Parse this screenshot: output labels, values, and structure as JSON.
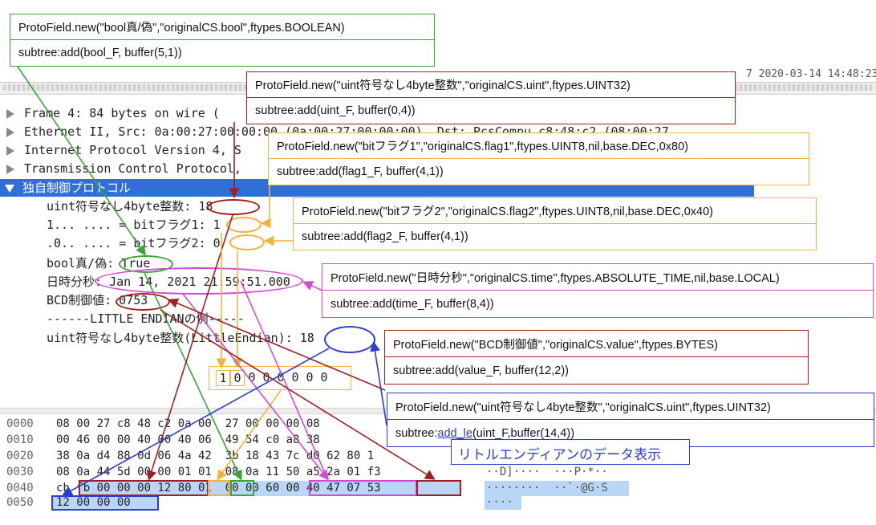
{
  "packet_list": {
    "partial_row": "7 2020-03-14 14:48:23"
  },
  "tree": {
    "rows": [
      {
        "label": "Frame 4: 84 bytes on wire (",
        "expanded": false
      },
      {
        "label": "Ethernet II, Src: 0a:00:27:00:00:00 (0a:00:27:00:00:00), Dst: PcsCompu_c8:48:c2 (08:00:27",
        "expanded": false
      },
      {
        "label": "Internet Protocol Version 4, S",
        "expanded": false
      },
      {
        "label": "Transmission Control Protocol,",
        "expanded": false
      }
    ],
    "selected": {
      "label": "独自制御プロトコル",
      "expanded": true
    },
    "fields": [
      {
        "name": "uint符号なし4byte整数: ",
        "value": "18"
      },
      {
        "name": "1... .... = bitフラグ1: ",
        "value": "1"
      },
      {
        "name": ".0.. .... = bitフラグ2: ",
        "value": "0"
      },
      {
        "name": "bool真/偽: ",
        "value": "True"
      },
      {
        "name": "日時分秒: ",
        "value": "Jan 14, 2021 21:59:51.000"
      },
      {
        "name": "BCD制御値: ",
        "value": "0753"
      },
      {
        "name": "------LITTLE ENDIANの例-----",
        "value": ""
      },
      {
        "name": "uint符号なし4byte整数(LittleEndian): ",
        "value": "18"
      }
    ]
  },
  "bit_diagram": [
    "1",
    "0",
    "0",
    "0",
    "0",
    "0",
    "0",
    "0"
  ],
  "hex_dump": {
    "rows": [
      {
        "offset": "0000",
        "hex": "08 00 27 c8 48 c2 0a 00  27 00 00 00 08",
        "ascii": ""
      },
      {
        "offset": "0010",
        "hex": "00 46 00 00 40 00 40 06  49 54 c0 a8 38",
        "ascii": ""
      },
      {
        "offset": "0020",
        "hex": "38 0a d4 88 0d 06 4a 42  3b 18 43 7c d0 62 80 1",
        "ascii": ""
      },
      {
        "offset": "0030",
        "hex": "08 0a 44 5d 00 00 01 01  08 0a 11 50 a5 2a 01 f3",
        "ascii": "··D]····  ···P·*··"
      },
      {
        "offset": "0040",
        "hex": "cb fb 00 00 00 12 80 01  00 00 60 00 40 47 07 53",
        "ascii": "········  ··`·@G·S"
      },
      {
        "offset": "0050",
        "hex": "12 00 00 00",
        "ascii": "····"
      }
    ]
  },
  "callouts": [
    {
      "id": "bool",
      "color": "#3aa43a",
      "line1": "ProtoField.new(\"bool真/偽\",\"originalCS.bool\",ftypes.BOOLEAN)",
      "line2_prefix": "subtree:add(bool_F, buffer(5,1))",
      "line2_emph": "",
      "line2_suffix": ""
    },
    {
      "id": "uint",
      "color": "#a0201e",
      "line1": "ProtoField.new(\"uint符号なし4byte整数\",\"originalCS.uint\",ftypes.UINT32)",
      "line2_prefix": "subtree:add(uint_F, buffer(0,4))",
      "line2_emph": "",
      "line2_suffix": ""
    },
    {
      "id": "flag1",
      "color": "#f0b43c",
      "line1": "ProtoField.new(\"bitフラグ1\",\"originalCS.flag1\",ftypes.UINT8,nil,base.DEC,0x80)",
      "line2_prefix": "subtree:add(flag1_F, buffer(4,1))",
      "line2_emph": "",
      "line2_suffix": ""
    },
    {
      "id": "flag2",
      "color": "#f0b43c",
      "line1": "ProtoField.new(\"bitフラグ2\",\"originalCS.flag2\",ftypes.UINT8,nil,base.DEC,0x40)",
      "line2_prefix": "subtree:add(flag2_F, buffer(4,1))",
      "line2_emph": "",
      "line2_suffix": ""
    },
    {
      "id": "time",
      "color": "#d24ad2",
      "line1": "ProtoField.new(\"日時分秒\",\"originalCS.time\",ftypes.ABSOLUTE_TIME,nil,base.LOCAL)",
      "line2_prefix": "subtree:add(time_F, buffer(8,4))",
      "line2_emph": "",
      "line2_suffix": ""
    },
    {
      "id": "value",
      "color": "#a0201e",
      "line1": "ProtoField.new(\"BCD制御値\",\"originalCS.value\",ftypes.BYTES)",
      "line2_prefix": "subtree:add(value_F, buffer(12,2))",
      "line2_emph": "",
      "line2_suffix": ""
    },
    {
      "id": "uint_le",
      "color": "#2a3fd0",
      "line1": "ProtoField.new(\"uint符号なし4byte整数\",\"originalCS.uint\",ftypes.UINT32)",
      "line2_prefix": "subtree:",
      "line2_emph": "add_le",
      "line2_suffix": "(uint_F,buffer(14,4))"
    }
  ],
  "note": {
    "text": "リトルエンディアンのデータ表示",
    "color": "#2a3fd0"
  },
  "colors": {
    "selection": "#2f6fd8",
    "hex_highlight": "#b9d6f7",
    "green": "#3aa43a",
    "darkred": "#a0201e",
    "orange": "#f0b43c",
    "magenta": "#d24ad2",
    "blue": "#2a3fd0"
  }
}
